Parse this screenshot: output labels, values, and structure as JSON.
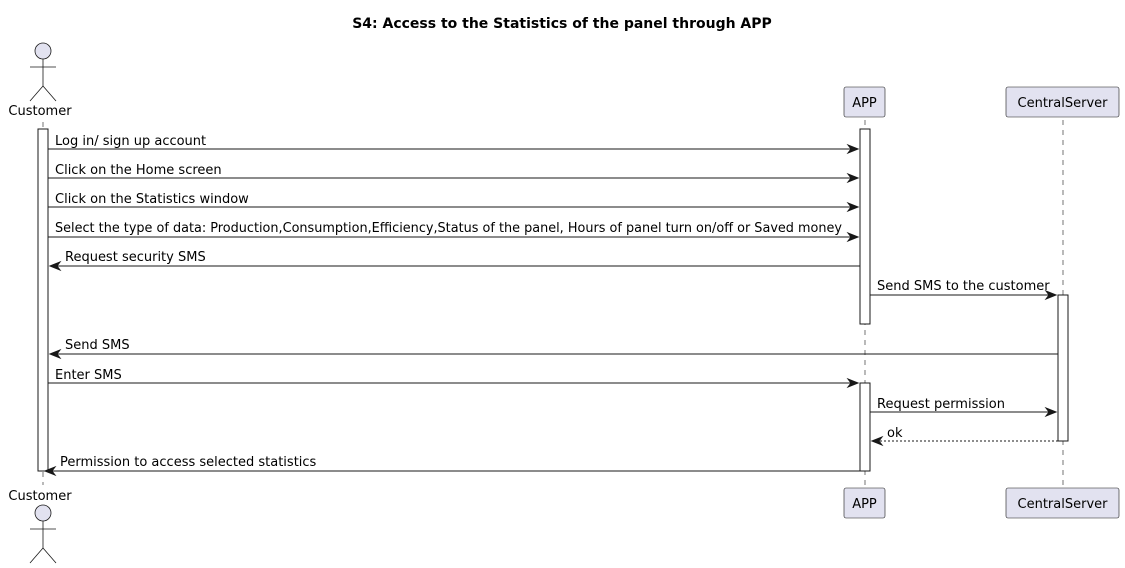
{
  "title": "S4: Access to the Statistics of the panel through APP",
  "participants": {
    "customer": {
      "label": "Customer",
      "kind": "actor"
    },
    "app": {
      "label": "APP",
      "kind": "participant"
    },
    "server": {
      "label": "CentralServer",
      "kind": "participant"
    }
  },
  "messages": [
    {
      "from": "customer",
      "to": "app",
      "text": "Log in/ sign up account",
      "style": "solid"
    },
    {
      "from": "customer",
      "to": "app",
      "text": "Click on the Home screen",
      "style": "solid"
    },
    {
      "from": "customer",
      "to": "app",
      "text": "Click on the Statistics window",
      "style": "solid"
    },
    {
      "from": "customer",
      "to": "app",
      "text": "Select the type of data: Production,Consumption,Efficiency,Status of the panel, Hours of panel turn on/off or Saved money",
      "style": "solid"
    },
    {
      "from": "app",
      "to": "customer",
      "text": "Request security SMS",
      "style": "solid"
    },
    {
      "from": "app",
      "to": "server",
      "text": "Send SMS to the customer",
      "style": "solid"
    },
    {
      "from": "server",
      "to": "customer",
      "text": "Send SMS",
      "style": "solid"
    },
    {
      "from": "customer",
      "to": "app",
      "text": "Enter SMS",
      "style": "solid"
    },
    {
      "from": "app",
      "to": "server",
      "text": "Request permission",
      "style": "solid"
    },
    {
      "from": "server",
      "to": "app",
      "text": "ok",
      "style": "dashed"
    },
    {
      "from": "app",
      "to": "customer",
      "text": "Permission to access selected statistics",
      "style": "solid"
    }
  ]
}
